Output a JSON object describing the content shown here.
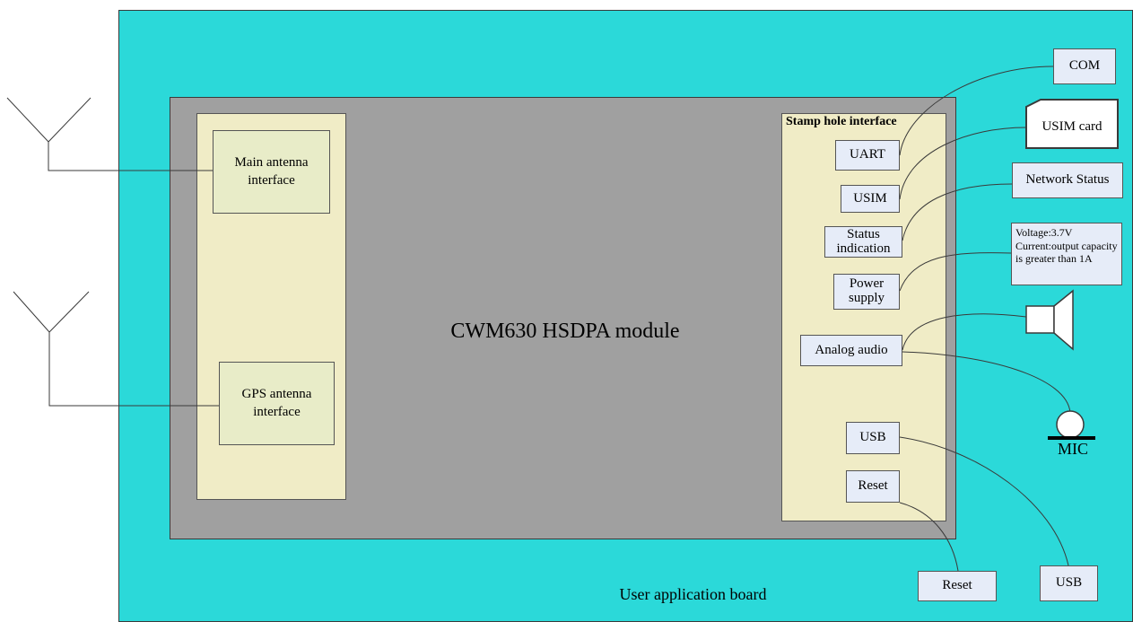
{
  "board": {
    "label": "User application board"
  },
  "module": {
    "label": "CWM630 HSDPA module"
  },
  "left_panel": {
    "main_antenna": "Main antenna interface",
    "gps_antenna": "GPS antenna interface"
  },
  "right_panel": {
    "title": "Stamp hole interface",
    "uart": "UART",
    "usim": "USIM",
    "status": "Status indication",
    "power": "Power supply",
    "audio": "Analog audio",
    "usb": "USB",
    "reset": "Reset"
  },
  "external": {
    "com": "COM",
    "usim_card": "USIM card",
    "network_status": "Network Status",
    "voltage": "Voltage:3.7V Current:output capacity is greater than 1A",
    "mic": "MIC",
    "usb": "USB",
    "reset": "Reset"
  },
  "colors": {
    "board": "#2bd9d9",
    "module": "#a0a0a0",
    "panel": "#f0ecc6",
    "button": "#e6ecf8"
  }
}
